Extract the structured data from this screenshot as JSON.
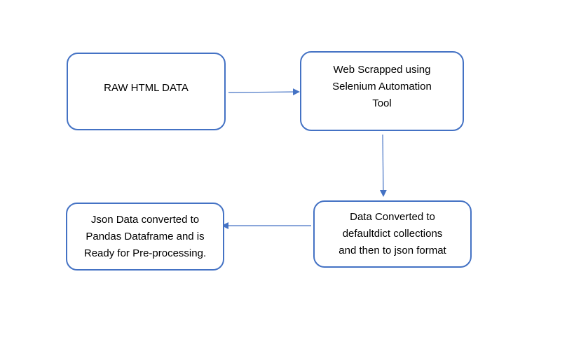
{
  "diagram": {
    "colors": {
      "border": "#4472c4",
      "arrow": "#4472c4",
      "text": "#000000"
    },
    "nodes": [
      {
        "id": "n1",
        "lines": [
          "RAW HTML DATA"
        ]
      },
      {
        "id": "n2",
        "lines": [
          "Web Scrapped using",
          "Selenium Automation",
          "Tool"
        ]
      },
      {
        "id": "n3",
        "lines": [
          "Data Converted to",
          "defaultdict collections",
          "and then to json format"
        ]
      },
      {
        "id": "n4",
        "lines": [
          "Json Data converted to",
          "Pandas Dataframe and is",
          "Ready for Pre-processing."
        ]
      }
    ],
    "edges": [
      {
        "from": "n1",
        "to": "n2"
      },
      {
        "from": "n2",
        "to": "n3"
      },
      {
        "from": "n3",
        "to": "n4"
      }
    ]
  }
}
